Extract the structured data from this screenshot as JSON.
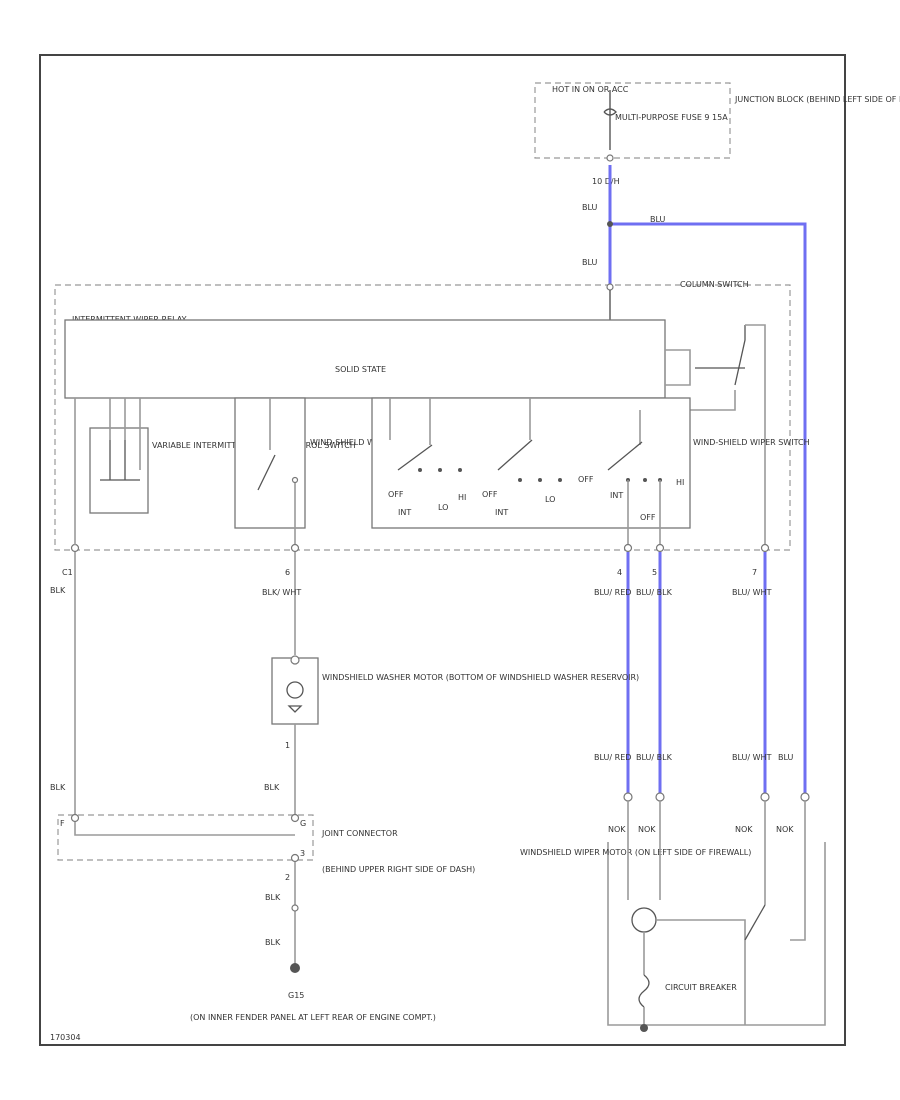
{
  "diagram": {
    "hot_at_all_times": "HOT IN ON OR ACC",
    "fuse_label": "MULTI-PURPOSE FUSE 9 15A",
    "junction_block": "JUNCTION BLOCK (BEHIND LEFT SIDE OF DASH)",
    "conn_top": "10 D/H",
    "wire_blu_1": "BLU",
    "wire_blu_2": "BLU",
    "wire_blu_3": "BLU",
    "column_switch": "COLUMN SWITCH",
    "relay_title": "INTERMITTENT WIPER RELAY",
    "solid_state": "SOLID STATE",
    "var_switch": "VARIABLE INTERMITTENT WIPER CONTROL SWITCH",
    "washer_switch": "WIND-SHIELD WASHER SWITCH",
    "wiper_switch": "WIND-SHIELD WIPER SWITCH",
    "pos_off1": "OFF",
    "pos_int1": "INT",
    "pos_lo": "LO",
    "pos_hi1": "HI",
    "pos_off2": "OFF",
    "pos_int2": "INT",
    "pos_lo2": "LO",
    "pos_off3": "OFF",
    "pos_int3": "INT",
    "pos_hi2": "HI",
    "pos_off4": "OFF",
    "pin_c1": "C1",
    "pin_6": "6",
    "pin_4": "4",
    "pin_5": "5",
    "pin_7": "7",
    "wire_blk_1": "BLK",
    "wire_blk_wht_1": "BLK/ WHT",
    "wire_blu_red_1": "BLU/ RED",
    "wire_blu_blk_1": "BLU/ BLK",
    "wire_blu_wht_1": "BLU/ WHT",
    "washer_motor": "WINDSHIELD WASHER MOTOR (BOTTOM OF WINDSHIELD WASHER RESERVOIR)",
    "pin_1": "1",
    "wire_blk_2": "BLK",
    "wire_blk_3": "BLK",
    "wire_blu_red_2": "BLU/ RED",
    "wire_blu_blk_2": "BLU/ BLK",
    "wire_blu_wht_2": "BLU/ WHT",
    "wire_blu_4": "BLU",
    "joint_connector": "JOINT CONNECTOR",
    "behind_upper": "(BEHIND UPPER RIGHT SIDE OF DASH)",
    "pin_f": "F",
    "pin_g": "G",
    "pin_3": "3",
    "pin_2": "2",
    "wire_blk_4": "BLK",
    "wire_blk_5": "BLK",
    "nok_1": "NOK",
    "nok_2": "NOK",
    "nok_3": "NOK",
    "nok_4": "NOK",
    "wiper_motor": "WINDSHIELD WIPER MOTOR (ON LEFT SIDE OF FIREWALL)",
    "circuit_breaker": "CIRCUIT BREAKER",
    "ground_id": "G15",
    "ground_loc": "(ON INNER FENDER PANEL AT LEFT REAR OF ENGINE COMPT.)",
    "diagram_code": "170304"
  }
}
